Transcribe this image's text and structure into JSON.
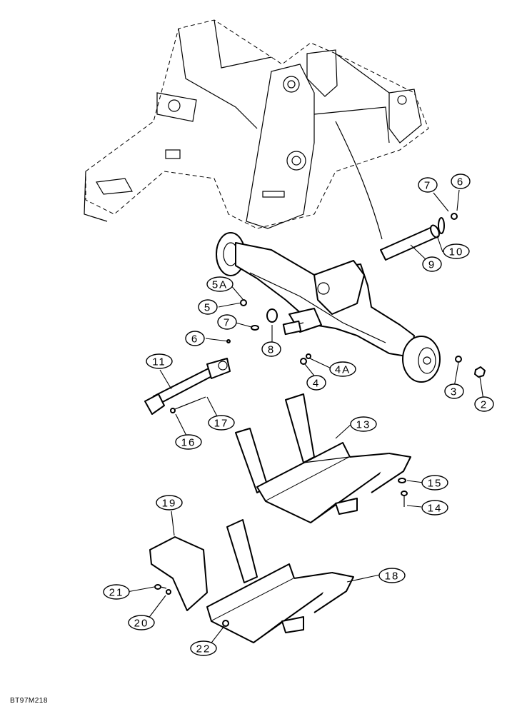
{
  "figure_code": "BT97M218",
  "callouts": [
    {
      "id": "c6a",
      "label": "6"
    },
    {
      "id": "c7a",
      "label": "7"
    },
    {
      "id": "c10",
      "label": "10"
    },
    {
      "id": "c9",
      "label": "9"
    },
    {
      "id": "c5A",
      "label": "5A"
    },
    {
      "id": "c5",
      "label": "5"
    },
    {
      "id": "c7b",
      "label": "7"
    },
    {
      "id": "c6b",
      "label": "6"
    },
    {
      "id": "c8",
      "label": "8"
    },
    {
      "id": "c4A",
      "label": "4A"
    },
    {
      "id": "c4",
      "label": "4"
    },
    {
      "id": "c3",
      "label": "3"
    },
    {
      "id": "c2",
      "label": "2"
    },
    {
      "id": "c11",
      "label": "11"
    },
    {
      "id": "c17",
      "label": "17"
    },
    {
      "id": "c16",
      "label": "16"
    },
    {
      "id": "c13",
      "label": "13"
    },
    {
      "id": "c15",
      "label": "15"
    },
    {
      "id": "c14",
      "label": "14"
    },
    {
      "id": "c19",
      "label": "19"
    },
    {
      "id": "c18",
      "label": "18"
    },
    {
      "id": "c21",
      "label": "21"
    },
    {
      "id": "c20",
      "label": "20"
    },
    {
      "id": "c22",
      "label": "22"
    }
  ]
}
